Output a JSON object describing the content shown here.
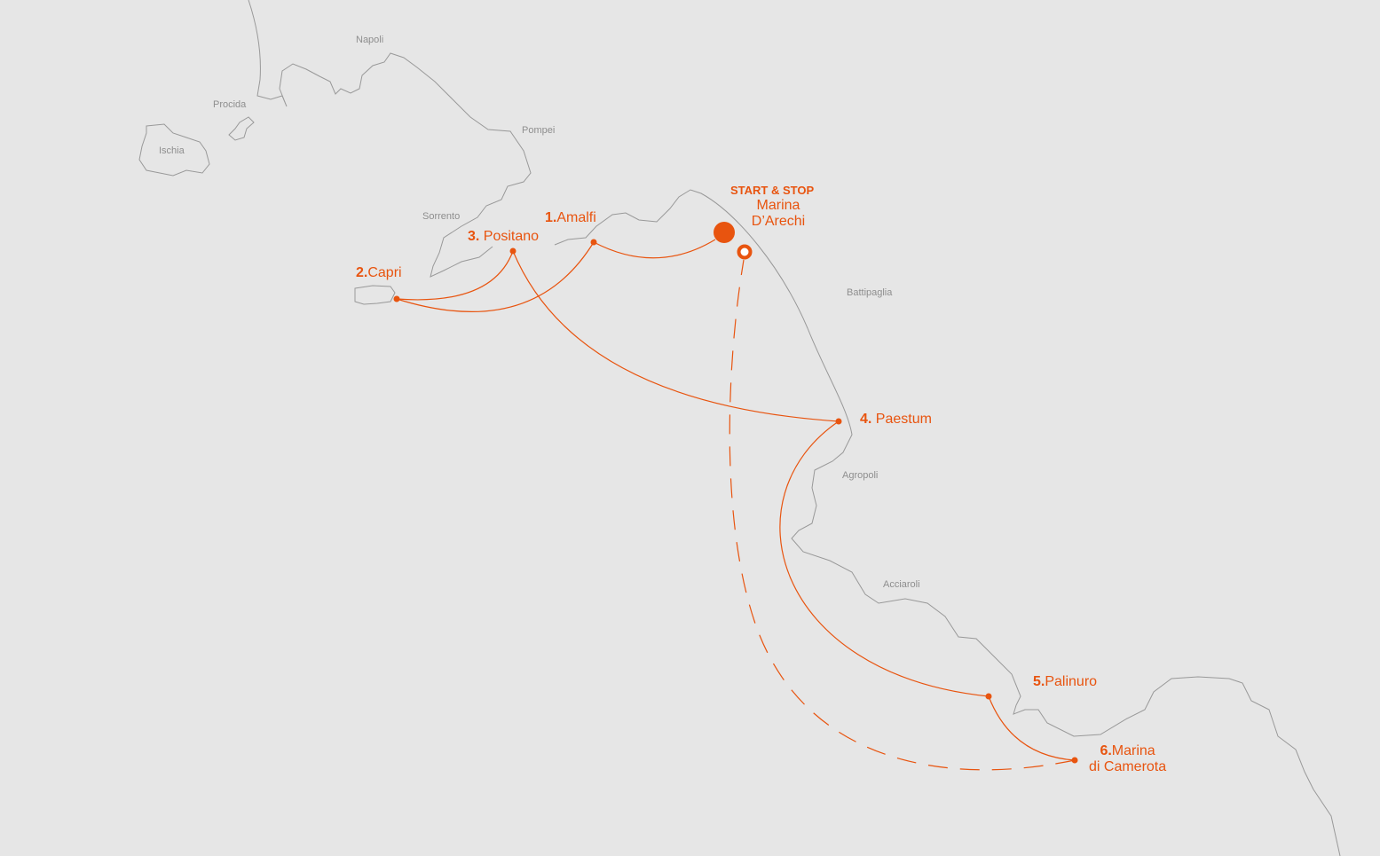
{
  "colors": {
    "background": "#e6e6e6",
    "route": "#e8540f",
    "coast": "#999999",
    "town_label": "#8e8e8e"
  },
  "towns": [
    "Napoli",
    "Procida",
    "Ischia",
    "Pompei",
    "Sorrento",
    "Battipaglia",
    "Agropoli",
    "Acciaroli"
  ],
  "start": {
    "heading": "START & STOP",
    "name_line1": "Marina",
    "name_line2": "D’Arechi"
  },
  "stops": [
    {
      "num": "1.",
      "name": "Amalfi"
    },
    {
      "num": "2.",
      "name": "Capri"
    },
    {
      "num": "3. ",
      "name": "Positano"
    },
    {
      "num": "4. ",
      "name": "Paestum"
    },
    {
      "num": "5.",
      "name": "Palinuro"
    },
    {
      "num": "6.",
      "name": "Marina",
      "name_line2": "di Camerota"
    }
  ]
}
